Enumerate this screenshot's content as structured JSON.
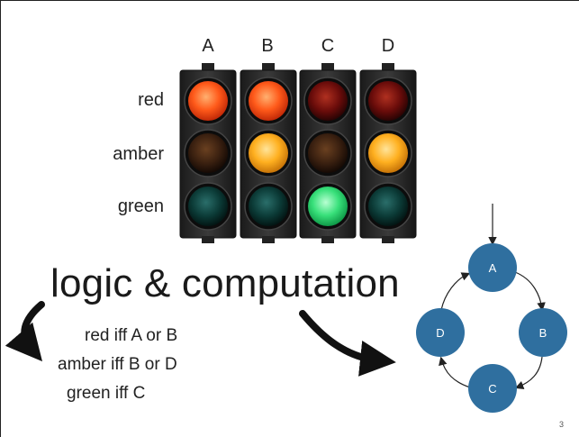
{
  "columns": [
    {
      "label": "A",
      "lamps": [
        "on",
        "off",
        "off"
      ]
    },
    {
      "label": "B",
      "lamps": [
        "on",
        "on",
        "off"
      ]
    },
    {
      "label": "C",
      "lamps": [
        "off",
        "off",
        "on"
      ]
    },
    {
      "label": "D",
      "lamps": [
        "off",
        "on",
        "off"
      ]
    }
  ],
  "rows": [
    "red",
    "amber",
    "green"
  ],
  "headline": "logic & computation",
  "rules": [
    "red iff A or B",
    "amber iff B or D",
    "green iff C"
  ],
  "state_machine": {
    "states": [
      "A",
      "B",
      "C",
      "D"
    ],
    "node_color": "#2f6f9f"
  },
  "colors": {
    "red_on": "#ff5a1a",
    "red_off": "#6a0c0a",
    "amber_on": "#ffb020",
    "amber_off": "#3a2010",
    "green_on": "#38e07a",
    "green_off": "#0b3a36"
  },
  "page_number": "3"
}
